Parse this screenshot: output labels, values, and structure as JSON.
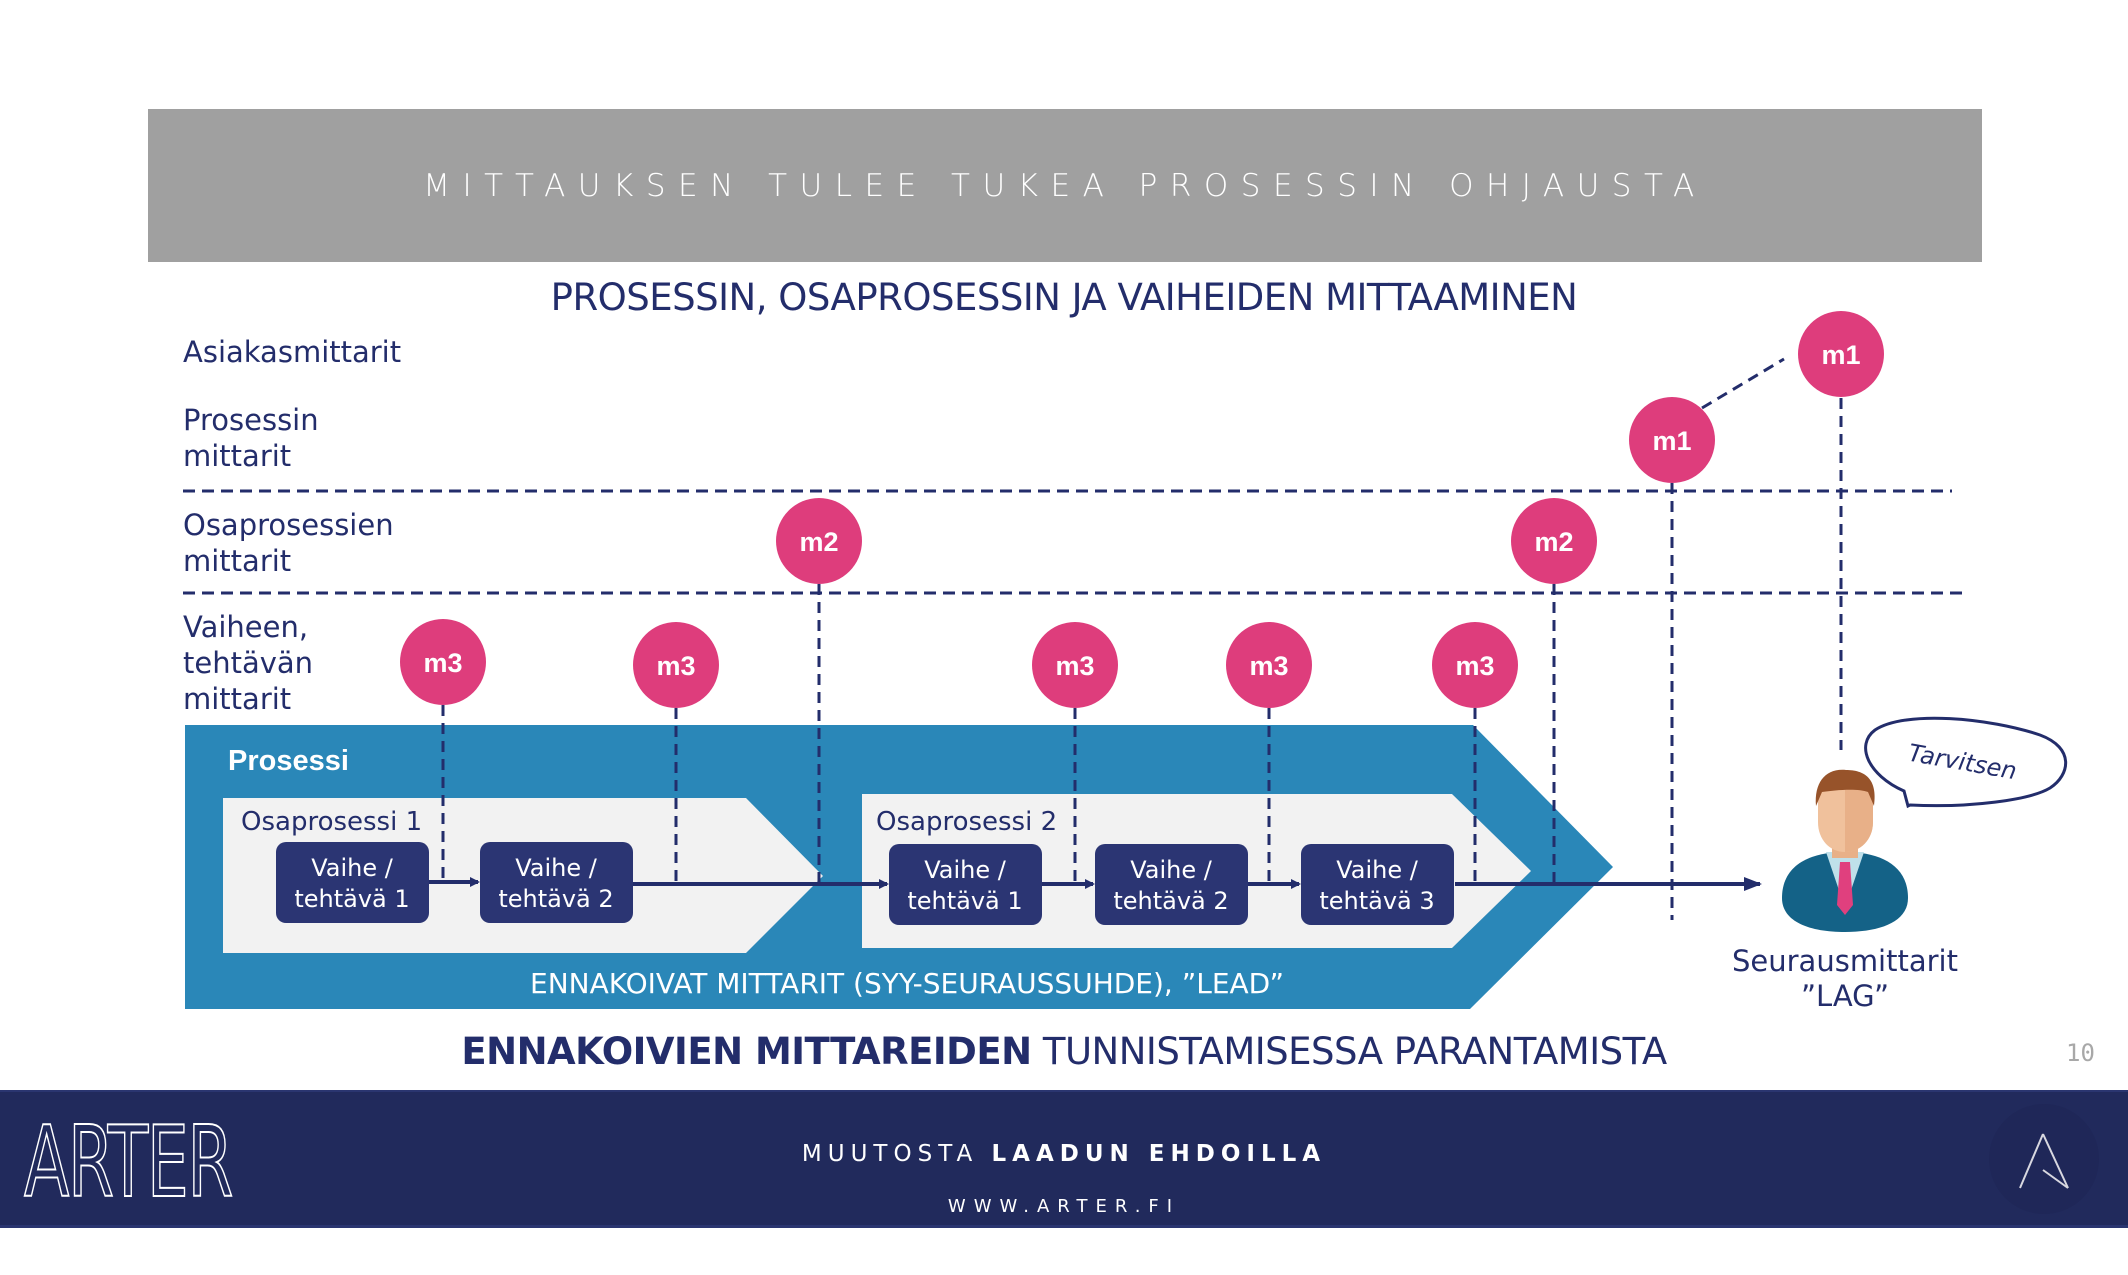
{
  "banner": {
    "title": "MITTAUKSEN TULEE TUKEA PROSESSIN OHJAUSTA"
  },
  "subtitle": "PROSESSIN, OSAPROSESSIN JA VAIHEIDEN MITTAAMINEN",
  "row_labels": {
    "customer": [
      "Asiakasmittarit"
    ],
    "process": [
      "Prosessin",
      "mittarit"
    ],
    "subprocess": [
      "Osaprosessien",
      "mittarit"
    ],
    "phase": [
      "Vaiheen,",
      "tehtävän",
      "mittarit"
    ]
  },
  "process": {
    "label": "Prosessi",
    "lead_label": "ENNAKOIVAT MITTARIT (SYY-SEURAUSSUHDE), ”LEAD”",
    "subprocesses": [
      {
        "label": "Osaprosessi 1",
        "steps": [
          {
            "line1": "Vaihe /",
            "line2": "tehtävä 1"
          },
          {
            "line1": "Vaihe /",
            "line2": "tehtävä 2"
          }
        ]
      },
      {
        "label": "Osaprosessi 2",
        "steps": [
          {
            "line1": "Vaihe /",
            "line2": "tehtävä 1"
          },
          {
            "line1": "Vaihe /",
            "line2": "tehtävä 2"
          },
          {
            "line1": "Vaihe /",
            "line2": "tehtävä 3"
          }
        ]
      }
    ]
  },
  "metrics": {
    "m3": [
      "m3",
      "m3",
      "m3",
      "m3",
      "m3"
    ],
    "m2": [
      "m2",
      "m2"
    ],
    "m1": [
      "m1",
      "m1"
    ]
  },
  "customer": {
    "speech": "Tarvitsen",
    "icon": "businessman-avatar-icon",
    "label_line1": "Seurausmittarit",
    "label_line2": "”LAG”"
  },
  "conclusion": {
    "bold": "ENNAKOIVIEN MITTAREIDEN",
    "regular": "TUNNISTAMISESSA PARANTAMISTA"
  },
  "page_number": "10",
  "footer": {
    "logo": "ARTER",
    "tagline_part1": "MUUTOSTA",
    "tagline_part2": "LAADUN EHDOILLA",
    "url": "WWW.ARTER.FI"
  },
  "colors": {
    "navy": "#232d6b",
    "metric_pink": "#de3d7c",
    "process_blue": "#2a87b8",
    "panel_gray": "#f2f2f2",
    "step_box": "#2b3573",
    "banner_gray": "#a0a0a0",
    "footer_navy": "#212a5c"
  }
}
